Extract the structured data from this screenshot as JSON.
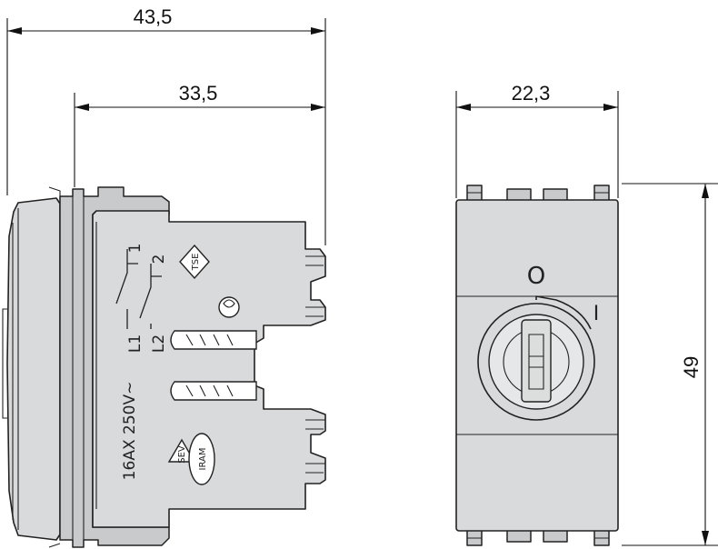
{
  "dimensions": {
    "overall_depth": "43,5",
    "body_depth": "33,5",
    "front_width": "22,3",
    "height": "49"
  },
  "side_view": {
    "rating": "16AX 250V~",
    "terminal_top": "1",
    "terminal_bottom": "2",
    "line_top": "L1",
    "line_bottom": "L2",
    "cert_tse": "TSE",
    "cert_sev": "SEV",
    "cert_iram": "IRAM"
  },
  "front_view": {
    "position_off": "O",
    "position_on": "I"
  }
}
